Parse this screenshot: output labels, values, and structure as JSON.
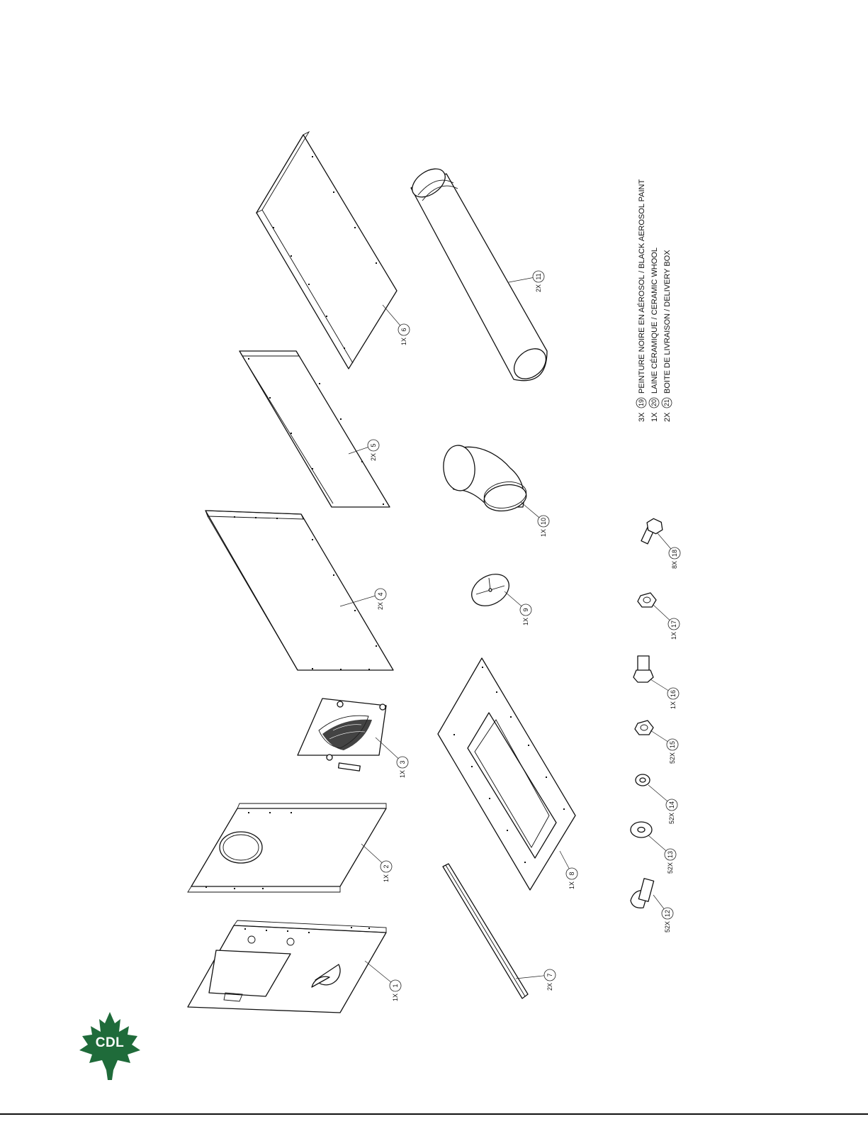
{
  "drawing": {
    "parts": [
      {
        "number": "1",
        "qty": "1X"
      },
      {
        "number": "2",
        "qty": "1X"
      },
      {
        "number": "3",
        "qty": "1X"
      },
      {
        "number": "4",
        "qty": "2X"
      },
      {
        "number": "5",
        "qty": "2X"
      },
      {
        "number": "6",
        "qty": "1X"
      },
      {
        "number": "7",
        "qty": "2X"
      },
      {
        "number": "8",
        "qty": "1X"
      },
      {
        "number": "9",
        "qty": "1X"
      },
      {
        "number": "10",
        "qty": "1X"
      },
      {
        "number": "11",
        "qty": "2X"
      },
      {
        "number": "12",
        "qty": "52X"
      },
      {
        "number": "13",
        "qty": "52X"
      },
      {
        "number": "14",
        "qty": "52X"
      },
      {
        "number": "15",
        "qty": "52X"
      },
      {
        "number": "16",
        "qty": "1X"
      },
      {
        "number": "17",
        "qty": "1X"
      },
      {
        "number": "18",
        "qty": "8X"
      }
    ],
    "legend": [
      {
        "qty": "3X",
        "number": "19",
        "text": "PEINTURE NOIRE EN AÉROSOL / BLACK AEROSOL PAINT"
      },
      {
        "qty": "1X",
        "number": "20",
        "text": "LAINE CÉRAMIQUE / CERAMIC WHOOL"
      },
      {
        "qty": "2X",
        "number": "21",
        "text": "BOITE DE LIVRAISON / DELIVERY BOX"
      }
    ]
  },
  "logo": {
    "text": "CDL",
    "color": "#1f6b3a"
  }
}
